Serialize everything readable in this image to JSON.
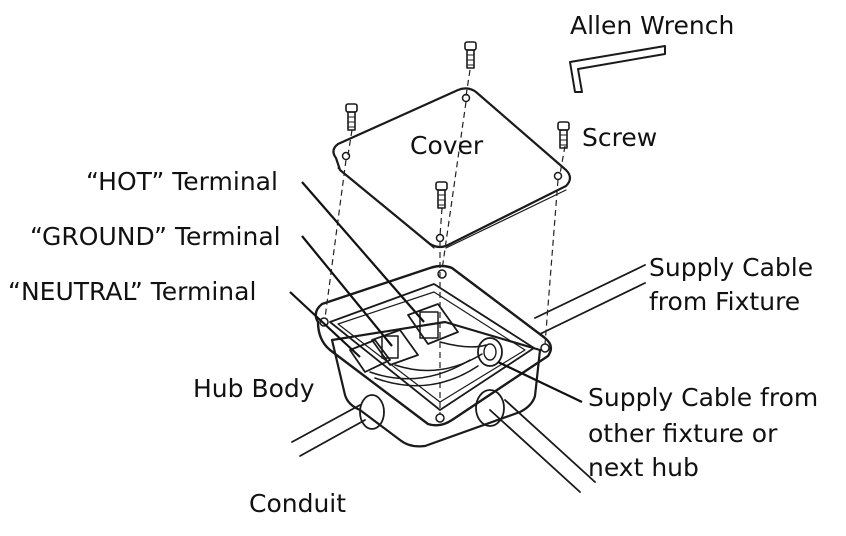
{
  "labels": {
    "allen_wrench": "Allen Wrench",
    "screw": "Screw",
    "cover": "Cover",
    "hot_terminal": "“HOT” Terminal",
    "ground_terminal": "“GROUND” Terminal",
    "neutral_terminal": "“NEUTRAL” Terminal",
    "supply_cable_fixture_line1": "Supply Cable",
    "supply_cable_fixture_line2": "from Fixture",
    "hub_body": "Hub Body",
    "supply_cable_other_line1": "Supply Cable from",
    "supply_cable_other_line2": "other fixture or",
    "supply_cable_other_line3": "next hub",
    "conduit": "Conduit"
  },
  "colors": {
    "line": "#1a1a1a",
    "background": "#ffffff"
  }
}
